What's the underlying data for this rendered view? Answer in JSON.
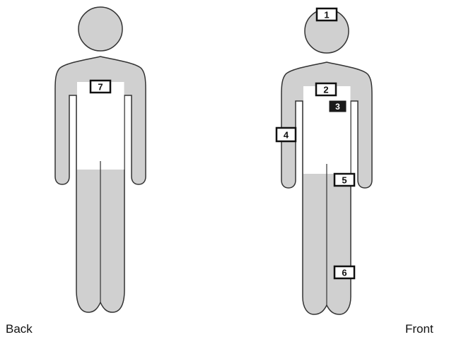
{
  "labels": {
    "back": "Back",
    "front": "Front"
  },
  "colors": {
    "figure_fill": "#d0d0d0",
    "figure_stroke": "#333333",
    "shirt": "#ffffff",
    "marker_border": "#111111",
    "marker_fill": "#ffffff",
    "marker_text": "#111111",
    "marker_inverted_fill": "#1a1a1a",
    "marker_inverted_text": "#ffffff"
  },
  "markers": {
    "m1": "1",
    "m2": "2",
    "m3": "3",
    "m4": "4",
    "m5": "5",
    "m6": "6",
    "m7": "7"
  }
}
